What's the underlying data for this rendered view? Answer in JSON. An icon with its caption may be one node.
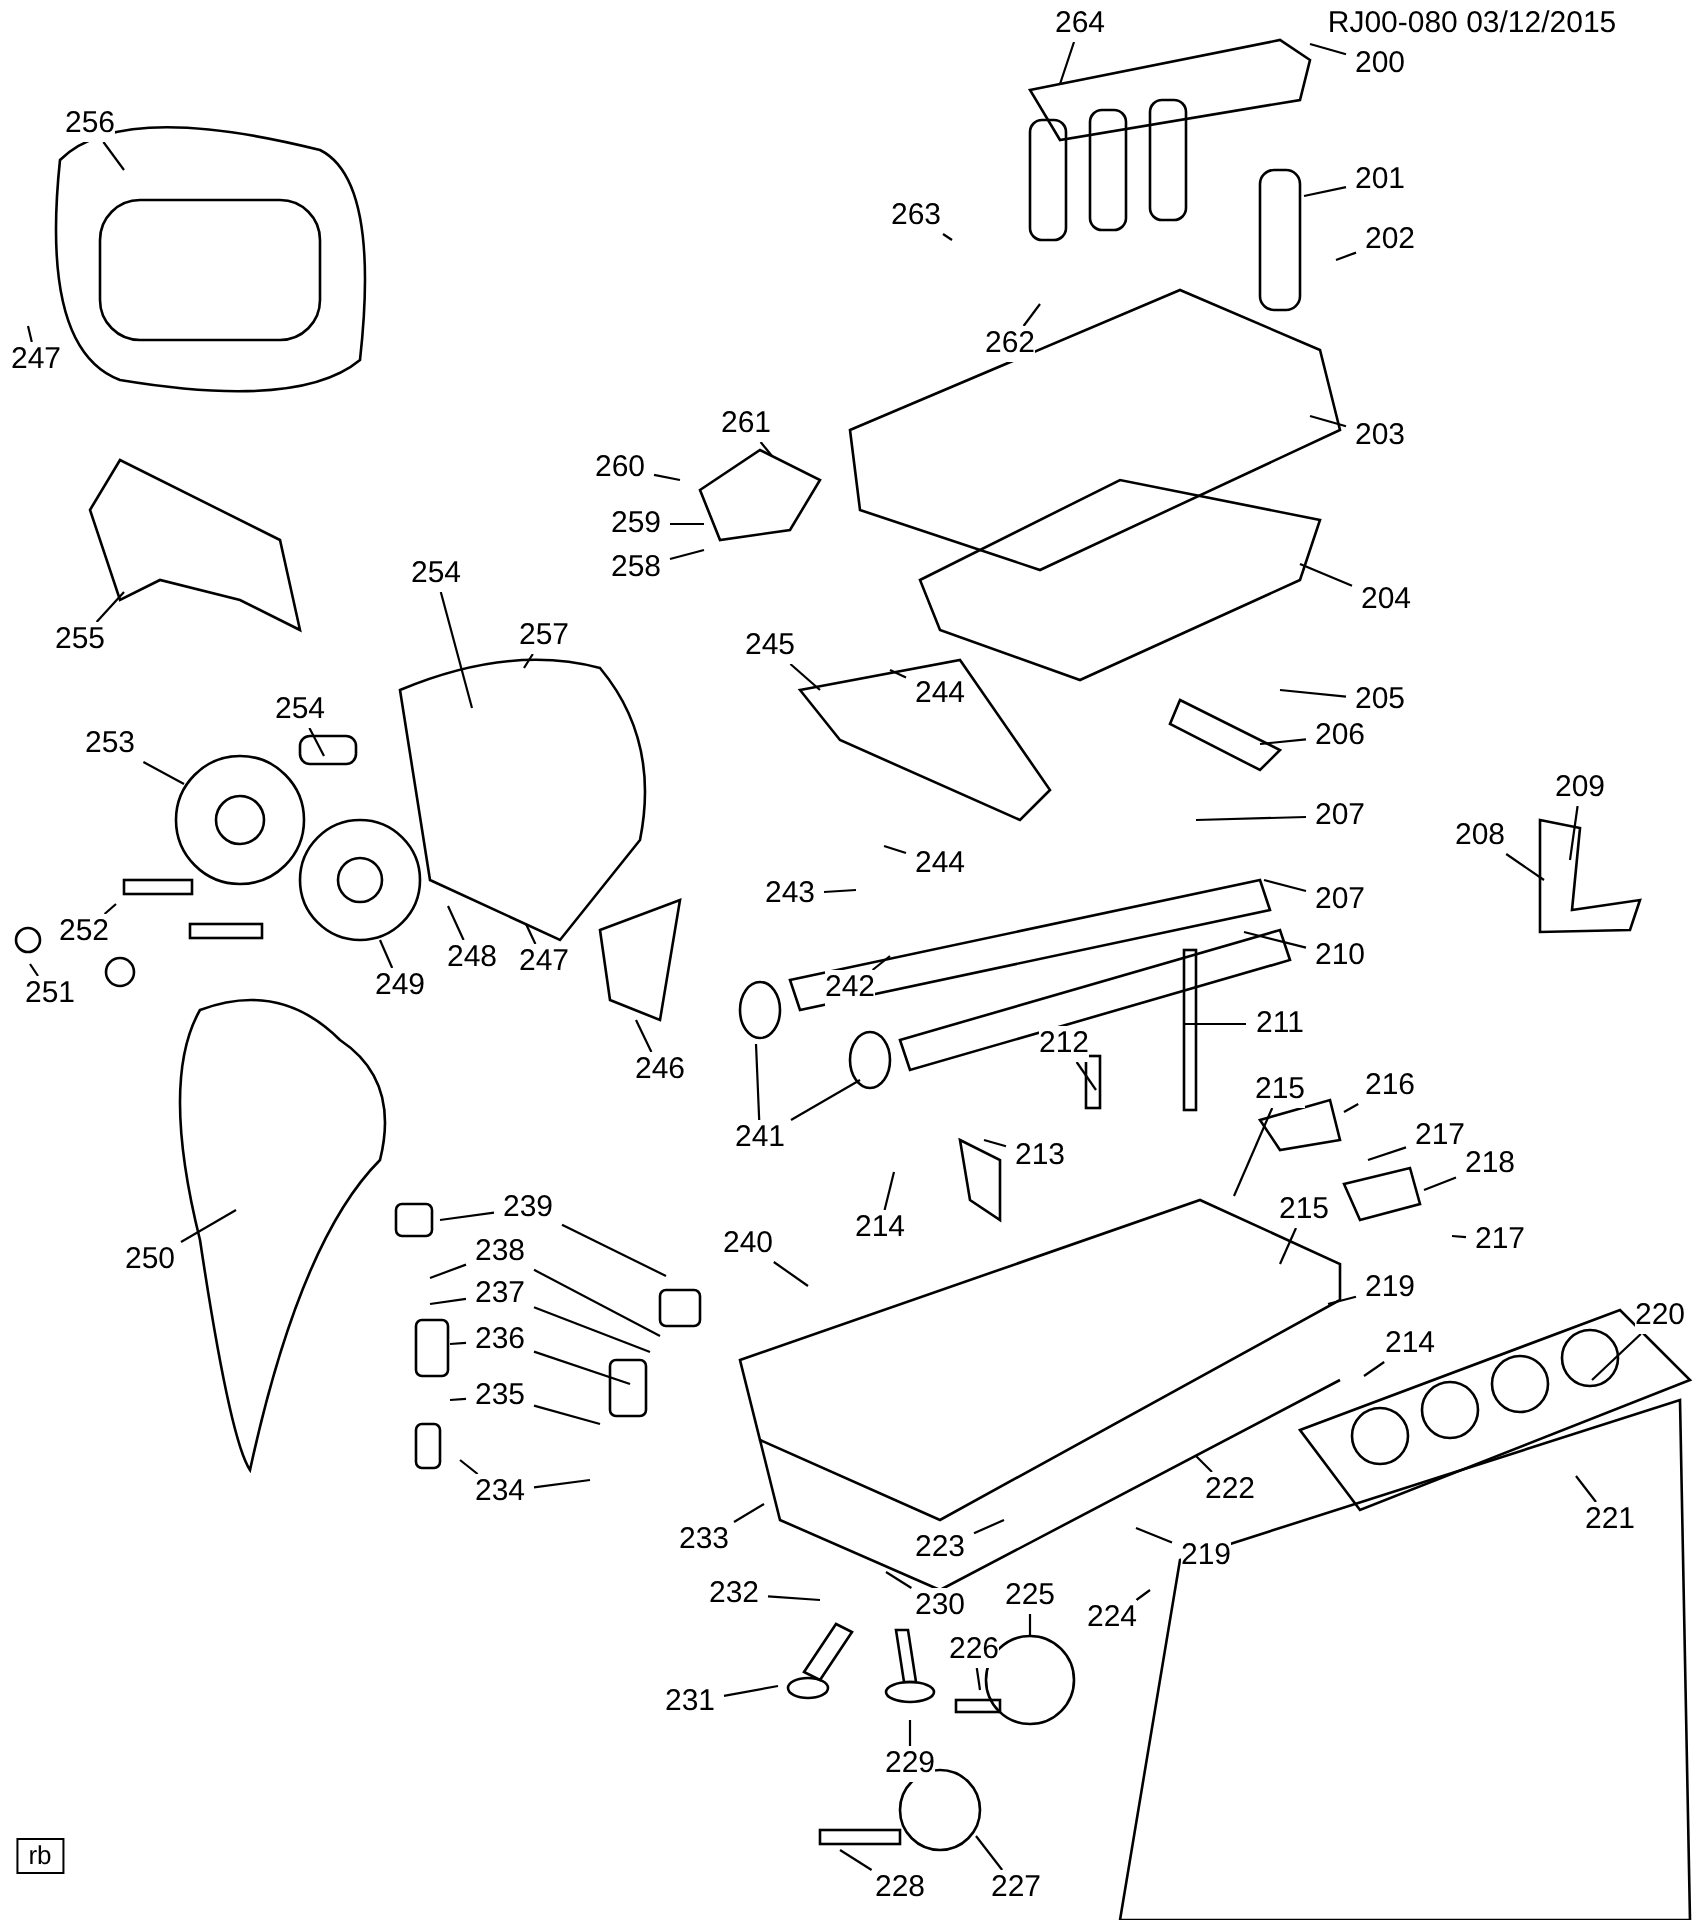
{
  "diagram": {
    "nodes": [
      {
        "text": [
          "264"
        ]
      },
      {
        "text": [
          "200"
        ]
      },
      {
        "text": [
          "201"
        ]
      },
      {
        "text": [
          "202"
        ]
      },
      {
        "text": [
          "263"
        ]
      },
      {
        "text": [
          "262"
        ]
      },
      {
        "text": [
          "203"
        ]
      },
      {
        "text": [
          "256"
        ]
      },
      {
        "text": [
          "247"
        ]
      },
      {
        "text": [
          "261"
        ]
      },
      {
        "text": [
          "260"
        ]
      },
      {
        "text": [
          "259"
        ]
      },
      {
        "text": [
          "258"
        ]
      },
      {
        "text": [
          "204"
        ]
      },
      {
        "text": [
          "255"
        ]
      },
      {
        "text": [
          "254"
        ]
      },
      {
        "text": [
          "257"
        ]
      },
      {
        "text": [
          "245"
        ]
      },
      {
        "text": [
          "244"
        ]
      },
      {
        "text": [
          "205"
        ]
      },
      {
        "text": [
          "254"
        ]
      },
      {
        "text": [
          "253"
        ]
      },
      {
        "text": [
          "206"
        ]
      },
      {
        "text": [
          "209"
        ]
      },
      {
        "text": [
          "207"
        ]
      },
      {
        "text": [
          "208"
        ]
      },
      {
        "text": [
          "244"
        ]
      },
      {
        "text": [
          "243"
        ]
      },
      {
        "text": [
          "207"
        ]
      },
      {
        "text": [
          "252"
        ]
      },
      {
        "text": [
          "210"
        ]
      },
      {
        "text": [
          "248"
        ]
      },
      {
        "text": [
          "247"
        ]
      },
      {
        "text": [
          "249"
        ]
      },
      {
        "text": [
          "242"
        ]
      },
      {
        "text": [
          "251"
        ]
      },
      {
        "text": [
          "211"
        ]
      },
      {
        "text": [
          "212"
        ]
      },
      {
        "text": [
          "246"
        ]
      },
      {
        "text": [
          "216"
        ]
      },
      {
        "text": [
          "215"
        ]
      },
      {
        "text": [
          "241"
        ]
      },
      {
        "text": [
          "217"
        ]
      },
      {
        "text": [
          "213"
        ]
      },
      {
        "text": [
          "218"
        ]
      },
      {
        "text": [
          "239"
        ]
      },
      {
        "text": [
          "215"
        ]
      },
      {
        "text": [
          "214"
        ]
      },
      {
        "text": [
          "217"
        ]
      },
      {
        "text": [
          "240"
        ]
      },
      {
        "text": [
          "250"
        ]
      },
      {
        "text": [
          "238"
        ]
      },
      {
        "text": [
          "219"
        ]
      },
      {
        "text": [
          "237"
        ]
      },
      {
        "text": [
          "220"
        ]
      },
      {
        "text": [
          "236"
        ]
      },
      {
        "text": [
          "214"
        ]
      },
      {
        "text": [
          "235"
        ]
      },
      {
        "text": [
          "222"
        ]
      },
      {
        "text": [
          "234"
        ]
      },
      {
        "text": [
          "221"
        ]
      },
      {
        "text": [
          "233"
        ]
      },
      {
        "text": [
          "223"
        ]
      },
      {
        "text": [
          "219"
        ]
      },
      {
        "text": [
          "232"
        ]
      },
      {
        "text": [
          "230"
        ]
      },
      {
        "text": [
          "225"
        ]
      },
      {
        "text": [
          "224"
        ]
      },
      {
        "text": [
          "226"
        ]
      },
      {
        "text": [
          "231"
        ]
      },
      {
        "text": [
          "229"
        ]
      },
      {
        "text": [
          "228"
        ]
      },
      {
        "text": [
          "227"
        ]
      },
      {
        "text": [
          "rb"
        ]
      }
    ],
    "edges": [
      {
        "from": 0,
        "to": null,
        "arrow": "none"
      },
      {
        "from": 1,
        "to": null,
        "arrow": "none"
      },
      {
        "from": 2,
        "to": null,
        "arrow": "none"
      },
      {
        "from": 3,
        "to": null,
        "arrow": "none"
      },
      {
        "from": 4,
        "to": null,
        "arrow": "none"
      },
      {
        "from": 5,
        "to": null,
        "arrow": "none"
      },
      {
        "from": 6,
        "to": null,
        "arrow": "none"
      },
      {
        "from": 7,
        "to": null,
        "arrow": "none"
      },
      {
        "from": 8,
        "to": null,
        "arrow": "none"
      },
      {
        "from": 9,
        "to": null,
        "arrow": "none"
      },
      {
        "from": 10,
        "to": null,
        "arrow": "none"
      },
      {
        "from": 11,
        "to": null,
        "arrow": "none"
      },
      {
        "from": 12,
        "to": null,
        "arrow": "none"
      },
      {
        "from": 13,
        "to": null,
        "arrow": "none"
      },
      {
        "from": 14,
        "to": null,
        "arrow": "none"
      },
      {
        "from": 15,
        "to": null,
        "arrow": "none"
      },
      {
        "from": 16,
        "to": null,
        "arrow": "none"
      },
      {
        "from": 17,
        "to": null,
        "arrow": "none"
      },
      {
        "from": 18,
        "to": null,
        "arrow": "none"
      },
      {
        "from": 19,
        "to": null,
        "arrow": "none"
      },
      {
        "from": 20,
        "to": null,
        "arrow": "none"
      },
      {
        "from": 21,
        "to": null,
        "arrow": "none"
      },
      {
        "from": 22,
        "to": null,
        "arrow": "none"
      },
      {
        "from": 23,
        "to": null,
        "arrow": "none"
      },
      {
        "from": 24,
        "to": null,
        "arrow": "none"
      },
      {
        "from": 25,
        "to": null,
        "arrow": "none"
      },
      {
        "from": 26,
        "to": null,
        "arrow": "none"
      },
      {
        "from": 27,
        "to": null,
        "arrow": "none"
      },
      {
        "from": 28,
        "to": null,
        "arrow": "none"
      },
      {
        "from": 29,
        "to": null,
        "arrow": "none"
      },
      {
        "from": 30,
        "to": null,
        "arrow": "none"
      },
      {
        "from": 31,
        "to": null,
        "arrow": "none"
      },
      {
        "from": 32,
        "to": null,
        "arrow": "none"
      },
      {
        "from": 33,
        "to": null,
        "arrow": "none"
      },
      {
        "from": 34,
        "to": null,
        "arrow": "none"
      },
      {
        "from": 35,
        "to": null,
        "arrow": "none"
      },
      {
        "from": 36,
        "to": null,
        "arrow": "none"
      },
      {
        "from": 37,
        "to": null,
        "arrow": "none"
      },
      {
        "from": 38,
        "to": null,
        "arrow": "none"
      },
      {
        "from": 39,
        "to": null,
        "arrow": "none"
      },
      {
        "from": 40,
        "to": null,
        "arrow": "none"
      },
      {
        "from": 41,
        "to": null,
        "arrow": "none"
      },
      {
        "from": 41,
        "to": null,
        "arrow": "none"
      },
      {
        "from": 42,
        "to": null,
        "arrow": "none"
      },
      {
        "from": 43,
        "to": null,
        "arrow": "none"
      },
      {
        "from": 44,
        "to": null,
        "arrow": "none"
      },
      {
        "from": 45,
        "to": null,
        "arrow": "none"
      },
      {
        "from": 45,
        "to": null,
        "arrow": "none"
      },
      {
        "from": 46,
        "to": null,
        "arrow": "none"
      },
      {
        "from": 47,
        "to": null,
        "arrow": "none"
      },
      {
        "from": 48,
        "to": null,
        "arrow": "none"
      },
      {
        "from": 49,
        "to": null,
        "arrow": "none"
      },
      {
        "from": 50,
        "to": null,
        "arrow": "none"
      },
      {
        "from": 51,
        "to": null,
        "arrow": "none"
      },
      {
        "from": 51,
        "to": null,
        "arrow": "none"
      },
      {
        "from": 52,
        "to": null,
        "arrow": "none"
      },
      {
        "from": 53,
        "to": null,
        "arrow": "none"
      },
      {
        "from": 53,
        "to": null,
        "arrow": "none"
      },
      {
        "from": 54,
        "to": null,
        "arrow": "none"
      },
      {
        "from": 55,
        "to": null,
        "arrow": "none"
      },
      {
        "from": 55,
        "to": null,
        "arrow": "none"
      },
      {
        "from": 56,
        "to": null,
        "arrow": "none"
      },
      {
        "from": 57,
        "to": null,
        "arrow": "none"
      },
      {
        "from": 57,
        "to": null,
        "arrow": "none"
      },
      {
        "from": 58,
        "to": null,
        "arrow": "none"
      },
      {
        "from": 59,
        "to": null,
        "arrow": "none"
      },
      {
        "from": 59,
        "to": null,
        "arrow": "none"
      },
      {
        "from": 60,
        "to": null,
        "arrow": "none"
      },
      {
        "from": 61,
        "to": null,
        "arrow": "none"
      },
      {
        "from": 62,
        "to": null,
        "arrow": "none"
      },
      {
        "from": 63,
        "to": null,
        "arrow": "none"
      },
      {
        "from": 64,
        "to": null,
        "arrow": "none"
      },
      {
        "from": 65,
        "to": null,
        "arrow": "none"
      },
      {
        "from": 66,
        "to": null,
        "arrow": "none"
      },
      {
        "from": 67,
        "to": null,
        "arrow": "none"
      },
      {
        "from": 68,
        "to": null,
        "arrow": "none"
      },
      {
        "from": 69,
        "to": null,
        "arrow": "none"
      },
      {
        "from": 70,
        "to": null,
        "arrow": "none"
      },
      {
        "from": 71,
        "to": null,
        "arrow": "none"
      },
      {
        "from": 72,
        "to": null,
        "arrow": "none"
      }
    ],
    "labels": [
      "RJ00-080 03/12/2015"
    ]
  }
}
